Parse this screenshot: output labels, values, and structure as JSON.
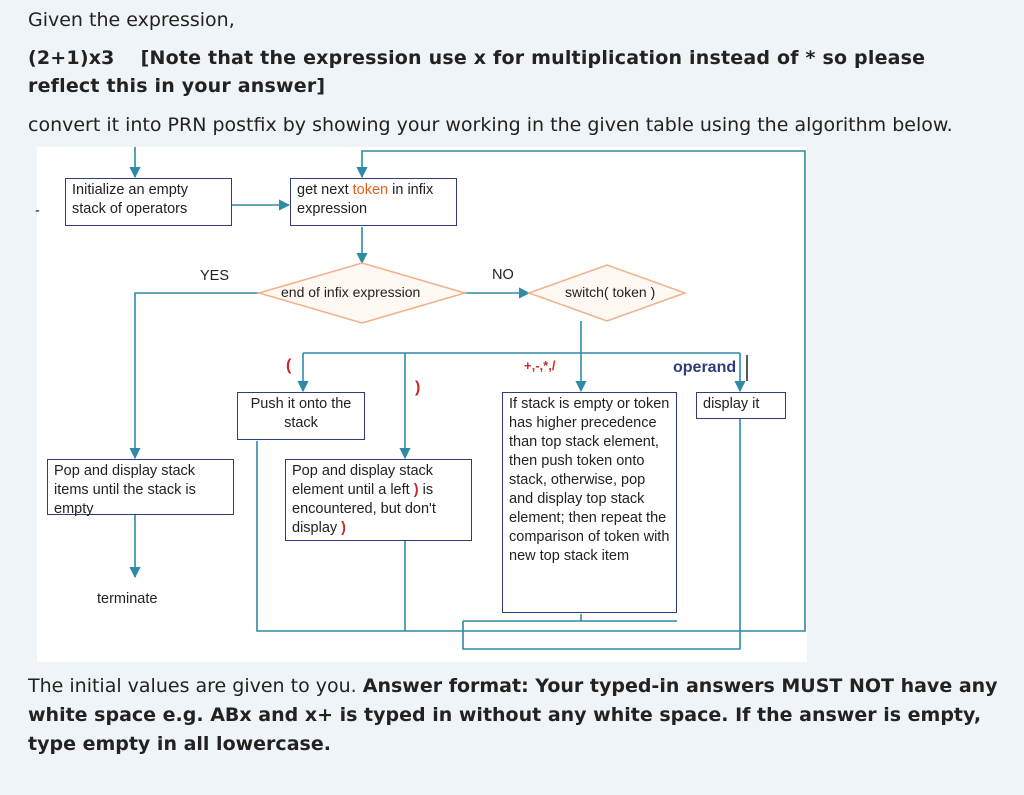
{
  "question": {
    "intro": "Given the expression,",
    "expression": "(2+1)x3",
    "note": "[Note that the expression use x for multiplication instead of * so please reflect this in your answer]",
    "instruction": "convert it into PRN postfix by showing your working in the given table using the algorithm below.",
    "footer_plain": "The initial values are given to you. ",
    "footer_bold": "Answer format: Your typed-in answers MUST NOT have any white space e.g. ABx and x+ is typed in without any white space. If the answer is empty, type empty in all lowercase."
  },
  "flowchart": {
    "init_box": "Initialize an empty stack of operators",
    "next_token_pre": "get next ",
    "next_token_word": "token",
    "next_token_post": " in infix expression",
    "decision": "end of infix expression",
    "yes_label": "YES",
    "no_label": "NO",
    "switch": "switch( token )",
    "case_open": "(",
    "case_close": ")",
    "case_ops": "+,-,*,/",
    "case_operand": "operand",
    "push_box": "Push it onto the stack",
    "pop_paren_pre": "Pop and display stack element until a left ",
    "pop_paren_red1": ")",
    "pop_paren_mid": " is encountered, but don't display ",
    "pop_paren_red2": ")",
    "operator_box": "If stack is empty or token has higher precedence than top stack element, then push token onto stack, otherwise, pop and display top stack element; then repeat the comparison of token with new top stack item",
    "display_box": "display it",
    "pop_all_box": "Pop and display stack items until the stack is empty",
    "terminate": "terminate",
    "dash": "-"
  }
}
